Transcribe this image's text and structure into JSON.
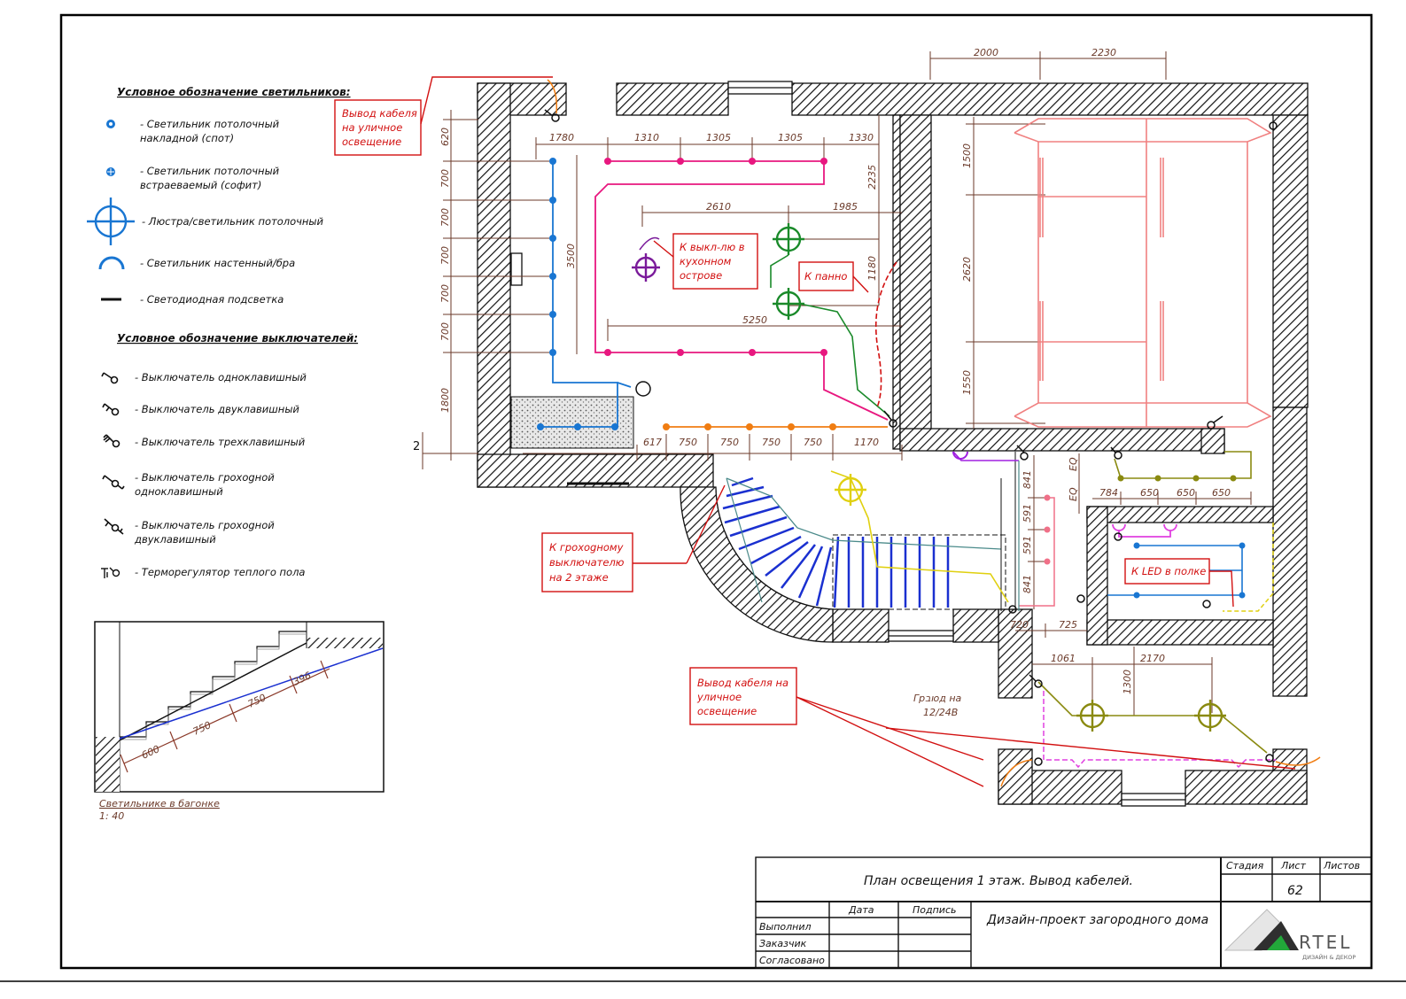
{
  "legend": {
    "lights_title": "Условное обозначение светильников:",
    "lights": [
      {
        "line1": "- Светильник потолочный",
        "line2": "накладной (спот)"
      },
      {
        "line1": "- Светильник потолочный",
        "line2": "встраеваемый (софит)"
      },
      {
        "line1": "- Люстра/светильник потолочный",
        "line2": ""
      },
      {
        "line1": "- Светильник настенный/бра",
        "line2": ""
      },
      {
        "line1": "- Светодиодная подсветка",
        "line2": ""
      }
    ],
    "switches_title": "Условное обозначение выключателей:",
    "switches": [
      {
        "line1": "- Выключатель одноклавишный",
        "line2": ""
      },
      {
        "line1": "- Выключатель двуклавишный",
        "line2": ""
      },
      {
        "line1": "- Выключатель трехклавишный",
        "line2": ""
      },
      {
        "line1": "- Выключатель грохоgной",
        "line2": "одноклавишный"
      },
      {
        "line1": "- Выключатель грохоgной",
        "line2": "двуклавишный"
      },
      {
        "line1": "- Терморегулятор теплого пола",
        "line2": ""
      }
    ]
  },
  "stair_detail": {
    "dims": [
      "600",
      "750",
      "750",
      "396"
    ],
    "caption": "Светильнике в багонке",
    "scale": "1: 40"
  },
  "notes": {
    "cable_out_1": [
      "Вывод кабеля",
      "на уличное",
      "освещение"
    ],
    "kitchen_switch": [
      "К выкл-лю в",
      "кухонном",
      "острове"
    ],
    "panel": [
      "К панно"
    ],
    "pass_switch": [
      "К грохоgному",
      "выключателю",
      "на 2 этаже"
    ],
    "led_shelf": [
      "К LED в полке"
    ],
    "cable_out_2": [
      "Вывод кабеля на",
      "уличное",
      "освещение"
    ],
    "wire_12v": [
      "Грובод на",
      "12/24В"
    ]
  },
  "dims": {
    "top_run": [
      "1780",
      "1310",
      "1305",
      "1305",
      "1330"
    ],
    "mid_run": [
      "2610",
      "1985"
    ],
    "long_run": "5250",
    "left_col": [
      "620",
      "700",
      "700",
      "700",
      "700",
      "700",
      "1800"
    ],
    "v_3500": "3500",
    "v_2235": "2235",
    "v_1180": "1180",
    "bottom_run": [
      "617",
      "750",
      "750",
      "750",
      "750",
      "1170"
    ],
    "right_top": [
      "2000",
      "2230"
    ],
    "right_col": [
      "1500",
      "2620",
      "1550"
    ],
    "stair_col": [
      "841",
      "591",
      "591",
      "841"
    ],
    "corr_run": [
      "784",
      "650",
      "650",
      "650"
    ],
    "corr_v": [
      "EQ",
      "EQ"
    ],
    "bath_run": [
      "1061",
      "2170"
    ],
    "bath_v": "1300",
    "small_725": "725",
    "small_720": "720",
    "section_mark": "2"
  },
  "title_block": {
    "drawing_title": "План освещения 1 этаж. Вывод кабелей.",
    "project": "Дизайн-проект загородного дома",
    "col_stage": "Стадия",
    "col_sheet": "Лист",
    "col_sheets": "Листов",
    "sheet_no": "62",
    "col_date": "Дата",
    "col_sign": "Подпись",
    "row_done": "Выполнил",
    "row_client": "Заказчик",
    "row_agreed": "Согласовано",
    "logo_text": "RTEL",
    "logo_sub": "ДИЗАЙН & ДЕКОР"
  },
  "colors": {
    "wall_hatch": "#111111",
    "dimension": "#6b3a2a",
    "note_red": "#d21010",
    "spot_blue": "#1976d2",
    "pink_line": "#e8177f",
    "orange_line": "#f07d12",
    "green_line": "#1a8a2a",
    "purple": "#7a1a9a",
    "yellow": "#e0d010",
    "salmon": "#f08080",
    "olive": "#8a8a10",
    "magenta": "#e040e0",
    "stair_blue": "#1a30d0",
    "teal": "#4a8a8a"
  }
}
